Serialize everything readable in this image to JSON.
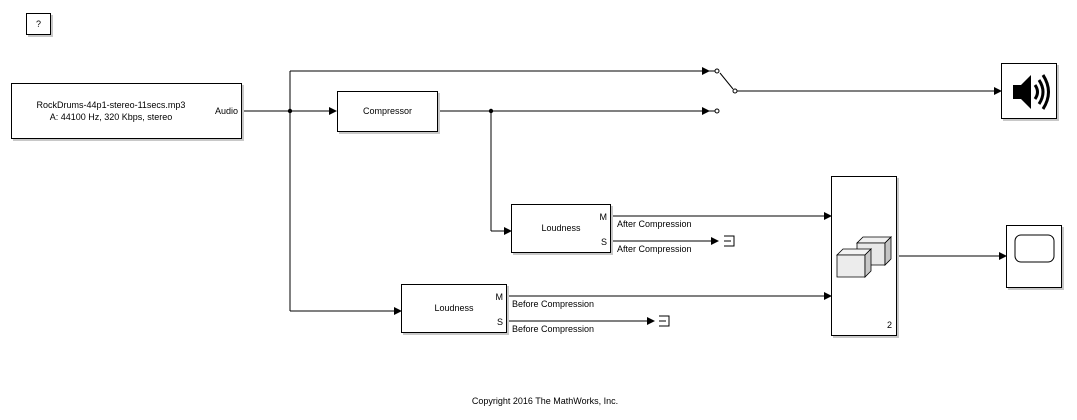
{
  "help": {
    "label": "?"
  },
  "audio_source": {
    "filename": "RockDrums-44p1-stereo-11secs.mp3",
    "info": "A: 44100 Hz, 320 Kbps, stereo",
    "port_label": "Audio"
  },
  "compressor": {
    "label": "Compressor"
  },
  "loudness_after": {
    "label": "Loudness",
    "port_m": "M",
    "port_s": "S"
  },
  "loudness_before": {
    "label": "Loudness",
    "port_m": "M",
    "port_s": "S"
  },
  "signals": {
    "after_m": "After Compression",
    "after_s": "After Compression",
    "before_m": "Before Compression",
    "before_s": "Before Compression"
  },
  "mux": {
    "inputs": "2"
  },
  "icons": {
    "speaker": "speaker-icon",
    "scope": "scope-icon",
    "mux": "mux-cube-icon",
    "terminator": "terminator-icon",
    "switch": "manual-switch-icon"
  },
  "footer": {
    "copyright": "Copyright 2016 The MathWorks, Inc."
  }
}
